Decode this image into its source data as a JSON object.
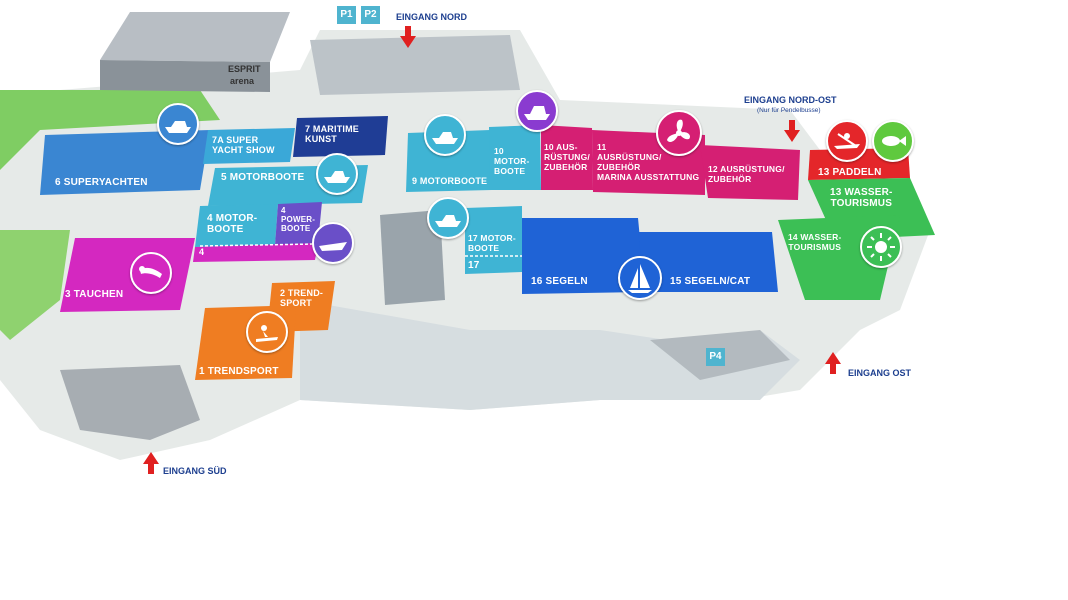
{
  "colors": {
    "superyachten": "#3a86d2",
    "motorboote": "#3fb4d4",
    "maritime": "#1f3d95",
    "power": "#6a4fc8",
    "tauchen": "#d428c0",
    "trendsport": "#ef7d22",
    "segeln": "#1f63d6",
    "ausruestung": "#d51f73",
    "paddeln": "#e4262a",
    "wassertourismus": "#3cbf55",
    "parking": "#4fb4cf",
    "entrance_text": "#1d3f8f",
    "entrance_arrow": "#e02020"
  },
  "halls": {
    "h6": "6 SUPERYACHTEN",
    "h7a": "7a SUPER\nYACHT SHOW",
    "h7": "7 MARITIME\nKUNST",
    "h5": "5 MOTORBOOTE",
    "h4": "4 MOTOR-\nBOOTE",
    "h4power": "4\nPOWER-\nBOOTE",
    "h4strip": "4",
    "h3": "3 TAUCHEN",
    "h2": "2 TREND-\nSPORT",
    "h1": "1 TRENDSPORT",
    "h9": "9 MOTORBOOTE",
    "h10m": "10\nMOTOR-\nBOOTE",
    "h10a": "10 AUS-\nRÜSTUNG/\nZUBEHÖR",
    "h11": "11\nAUSRÜSTUNG/\nZUBEHÖR\nMARINA AUSSTATTUNG",
    "h12": "12 AUSRÜSTUNG/\nZUBEHÖR",
    "h13p": "13 PADDELN",
    "h13w": "13 WASSER-\nTOURISMUS",
    "h14": "14 WASSER-\nTOURISMUS",
    "h17m": "17 MOTOR-\nBOOTE",
    "h17": "17",
    "h16": "16 SEGELN",
    "h15": "15 SEGELN/CAT"
  },
  "entrances": {
    "nord": "EINGANG NORD",
    "nordost": "EINGANG NORD-OST",
    "nordost_note": "(Nur für Pendelbusse)",
    "ost": "EINGANG OST",
    "sued": "EINGANG SÜD"
  },
  "parking": {
    "p1": "P1",
    "p2": "P2",
    "p4": "P4"
  },
  "arena": {
    "brand": "ESPRIT",
    "name": "arena"
  },
  "icons": [
    "yacht-icon",
    "motorboat-icon",
    "speedboat-icon",
    "diver-icon",
    "kitesurf-icon",
    "sailboat-icon",
    "propeller-icon",
    "kayak-icon",
    "fish-icon",
    "sun-icon"
  ]
}
